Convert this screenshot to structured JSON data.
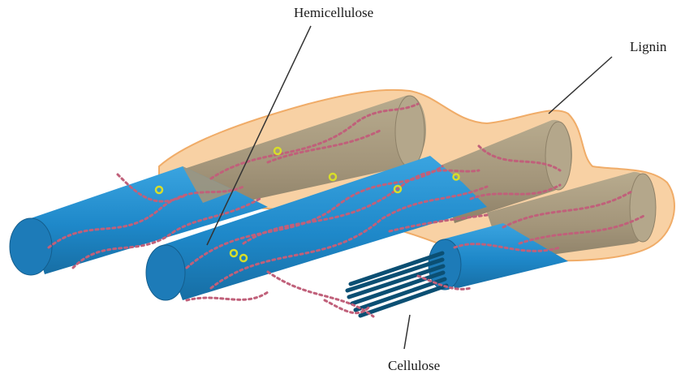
{
  "labels": {
    "hemicellulose": "Hemicellulose",
    "lignin": "Lignin",
    "cellulose": "Cellulose"
  },
  "colors": {
    "background": "#ffffff",
    "cellulose_fibril": "#1e88c9",
    "cellulose_strand": "#0b4f73",
    "lignin_matrix": "#f8cfa0",
    "lignin_outline": "#f0a860",
    "hemicellulose_chain": "#c0607a",
    "coated_fibril": "#a89a7e",
    "marker": "#d7dd2a"
  }
}
